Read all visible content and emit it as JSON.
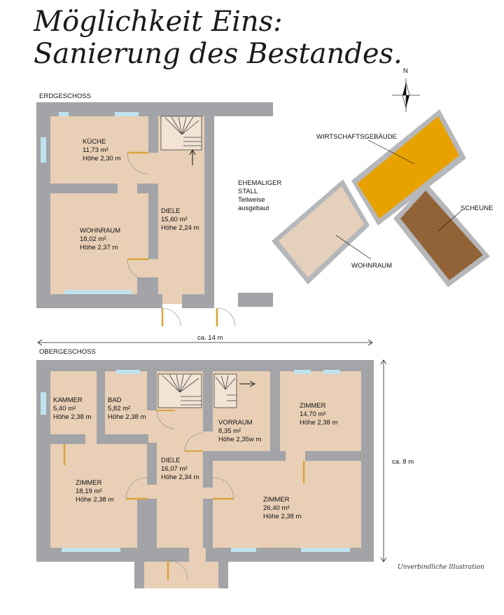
{
  "title": {
    "line1": "Möglichkeit Eins:",
    "line2": "Sanierung des Bestandes."
  },
  "disclaimer": "Unverbindliche Illustration",
  "colors": {
    "wall": "#a3a4a7",
    "floor": "#e8cfb6",
    "window": "#bfe3ee",
    "door": "#d9a43a",
    "stall_floor": "#e4cfbc",
    "wirtschaftsgebaeude": "#e8a200",
    "scheune": "#926337",
    "wohnraum_site": "#e5d0bc",
    "building_outline": "#b6b7ba"
  },
  "ground_floor": {
    "label": "ERDGESCHOSS",
    "rooms": [
      {
        "name": "KÜCHE",
        "area": "11,73 m²",
        "height": "Höhe 2,30 m"
      },
      {
        "name": "WOHNRAUM",
        "area": "18,02 m²",
        "height": "Höhe 2,37 m"
      },
      {
        "name": "DIELE",
        "area": "15,60 m²",
        "height": "Höhe 2,24 m"
      }
    ],
    "stall": {
      "line1": "EHEMALIGER",
      "line2": "STALL",
      "line3": "Teilweise",
      "line4": "ausgebaut"
    }
  },
  "upper_floor": {
    "label": "OBERGESCHOSS",
    "rooms": [
      {
        "name": "KAMMER",
        "area": "5,40 m²",
        "height": "Höhe 2,38 m"
      },
      {
        "name": "BAD",
        "area": "5,82 m²",
        "height": "Höhe 2,38 m"
      },
      {
        "name": "VORRAUM",
        "area": "8,35 m²",
        "height": "Höhe 2,35w m"
      },
      {
        "name": "ZIMMER",
        "area": "14,70 m²",
        "height": "Höhe 2,38 m"
      },
      {
        "name": "DIELE",
        "area": "16,07 m²",
        "height": "Höhe 2,34 m"
      },
      {
        "name": "ZIMMER",
        "area": "18,19 m²",
        "height": "Höhe 2,38 m"
      },
      {
        "name": "ZIMMER",
        "area": "26,40 m²",
        "height": "Höhe 2,38 m"
      }
    ]
  },
  "dimensions": {
    "width": "ca. 14 m",
    "depth": "ca. 8 m"
  },
  "site_plan": {
    "north": "N",
    "labels": {
      "wirtschaft": "WIRTSCHAFTSGEBÄUDE",
      "scheune": "SCHEUNE",
      "wohnraum": "WOHNRAUM"
    }
  }
}
